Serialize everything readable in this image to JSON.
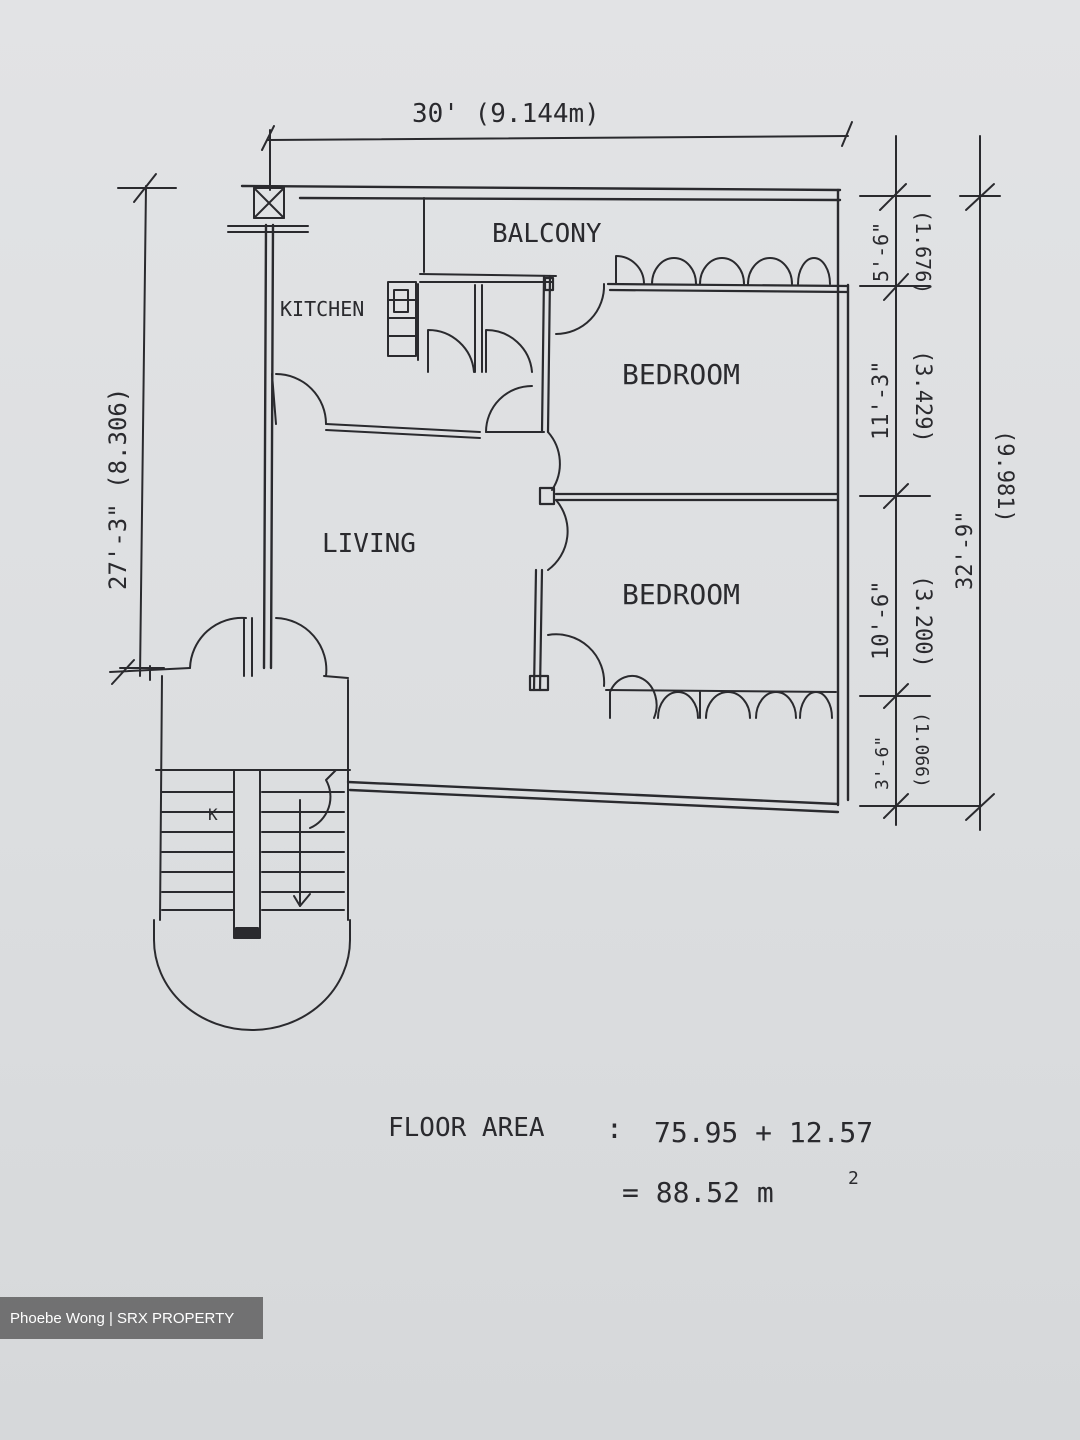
{
  "plan": {
    "rooms": {
      "balcony": "BALCONY",
      "kitchen": "KITCHEN",
      "bedroom_top": "BEDROOM",
      "bedroom_bottom": "BEDROOM",
      "living": "LIVING"
    },
    "dimensions": {
      "overall_width": "30' (9.144m)",
      "overall_depth": "27'-3\" (8.306)",
      "balcony_depth": "5'-6\"",
      "balcony_depth_m": "(1.676)",
      "bedroom_top_depth": "11'-3\"",
      "bedroom_top_depth_m": "(3.429)",
      "bedroom_bottom_depth": "10'-6\"",
      "bedroom_bottom_depth_m": "(3.200)",
      "bottom_strip_depth": "3'-6\"",
      "bottom_strip_depth_m": "(1.066)",
      "total_depth": "32'-9\"",
      "total_depth_m": "(9.981)"
    },
    "stair_mark": "K",
    "floor_area": {
      "label": "FLOOR AREA",
      "sep": ":",
      "expression": "75.95 + 12.57",
      "result": "= 88.52 m",
      "unit_sup": "2"
    }
  },
  "watermark": "Phoebe Wong | SRX PROPERTY",
  "colors": {
    "ink": "#2a2a2e",
    "paper": "#e0e1e3",
    "watermark_bg": "#5a5a5a"
  }
}
